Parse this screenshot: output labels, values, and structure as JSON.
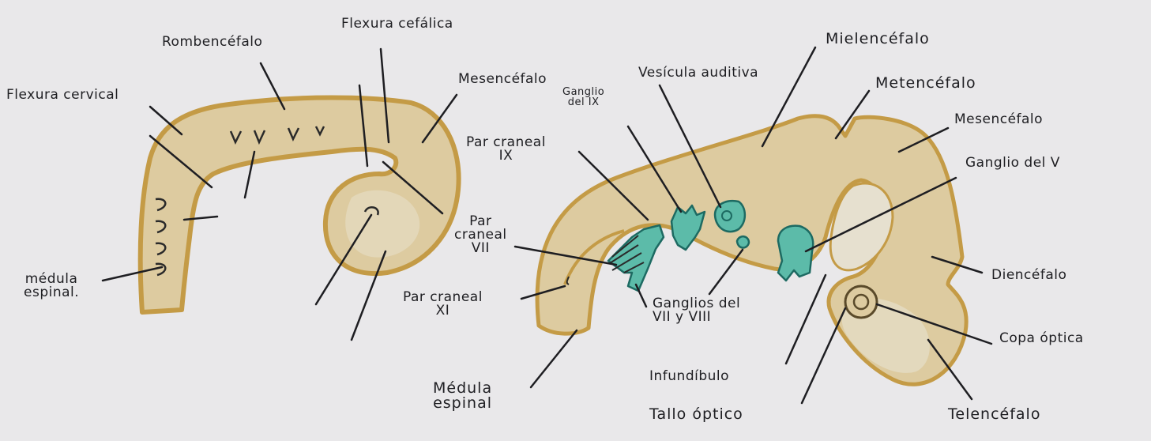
{
  "colors": {
    "paper": "#e9e8ea",
    "tissue": "#ddcba0",
    "tissue_edge": "#c49b46",
    "ink": "#1e1e22",
    "ganglion": "#5cbba9"
  },
  "left_figure": {
    "rombencefalo": "Rombencéfalo",
    "flexura_cefalica": "Flexura cefálica",
    "flexura_cervical": "Flexura cervical",
    "mesencefalo": "Mesencéfalo",
    "medula": "médula\nespinal."
  },
  "right_figure": {
    "par_ix": "Par craneal\nIX",
    "par_vii": "Par\ncraneal\nVII",
    "par_xi": "Par craneal\nXI",
    "ganglio_ix": "Ganglio\ndel IX",
    "vesicula": "Vesícula auditiva",
    "mielencefalo": "Mielencéfalo",
    "metencefalo": "Metencéfalo",
    "mesencefalo": "Mesencéfalo",
    "ganglio_v": "Ganglio del V",
    "diencefalo": "Diencéfalo",
    "copa": "Copa óptica",
    "ganglios_vii_viii": "Ganglios del\nVII y VIII",
    "infundibulo": "Infundíbulo",
    "tallo": "Tallo óptico",
    "telencefalo": "Telencéfalo",
    "medula": "Médula\nespinal"
  }
}
